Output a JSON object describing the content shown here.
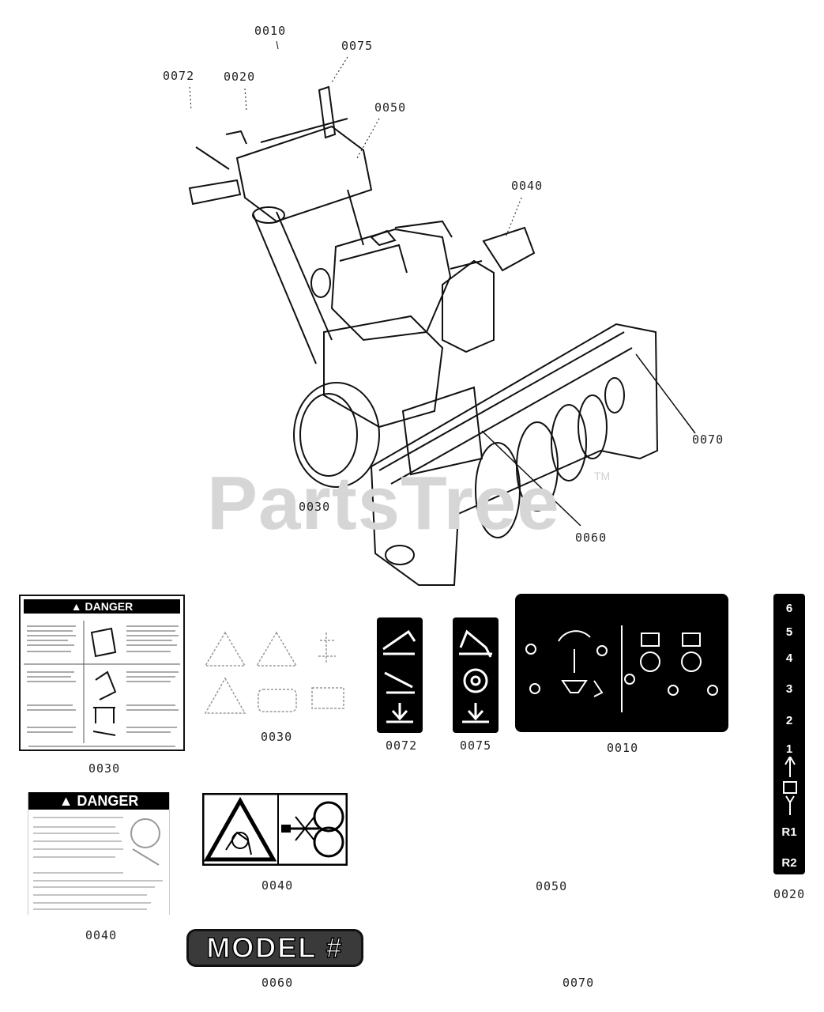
{
  "watermark": {
    "text": "PartsTree",
    "tm": "TM"
  },
  "callouts": {
    "c0010": "0010",
    "c0075": "0075",
    "c0072": "0072",
    "c0020": "0020",
    "c0050": "0050",
    "c0040": "0040",
    "c0070": "0070",
    "c0030": "0030",
    "c0060": "0060"
  },
  "part_labels": {
    "danger_decal": "0030",
    "symbol_decals": "0030",
    "decal_0072": "0072",
    "decal_0075": "0075",
    "shift_decal": "0010",
    "danger_decal_2": "0040",
    "rotate_decal": "0040",
    "decal_0050": "0050",
    "gear_decal": "0020",
    "model_decal": "0060",
    "decal_0070": "0070"
  },
  "decals": {
    "danger1_title": "DANGER",
    "danger2_title": "DANGER",
    "model_text": "MODEL #",
    "gear_positions": [
      "6",
      "5",
      "4",
      "3",
      "2",
      "1",
      "R1",
      "R2"
    ]
  }
}
